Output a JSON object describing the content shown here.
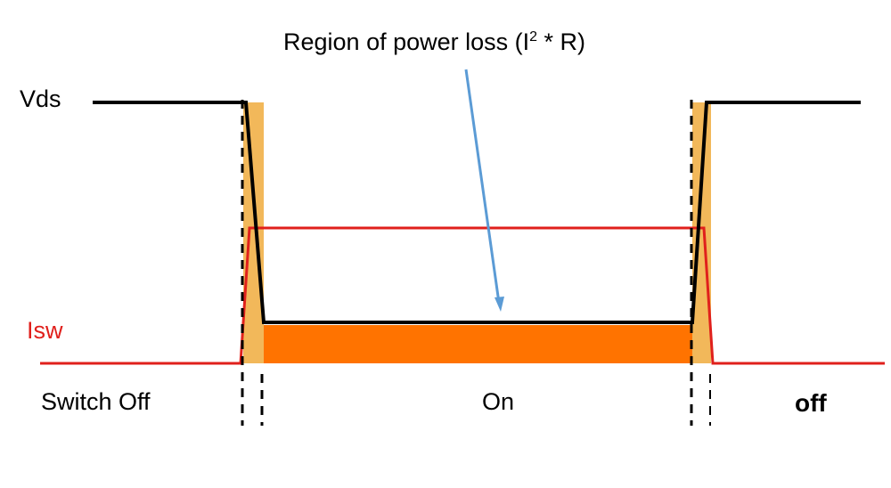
{
  "diagram": {
    "callout": {
      "prefix": "Region of power loss (I",
      "superscript": "2",
      "suffix": " * R)"
    },
    "signal_labels": {
      "vds": "Vds",
      "isw": "Isw"
    },
    "state_labels": {
      "switch_off": "Switch Off",
      "on": "On",
      "off": "off"
    },
    "colors": {
      "vds_trace": "#000000",
      "isw_trace": "#e0201c",
      "conduction_loss": "#ff7300",
      "switching_loss": "#f2b85a",
      "callout_arrow": "#5b9bd5",
      "text": "#000000",
      "isw_label": "#e0201c"
    }
  }
}
